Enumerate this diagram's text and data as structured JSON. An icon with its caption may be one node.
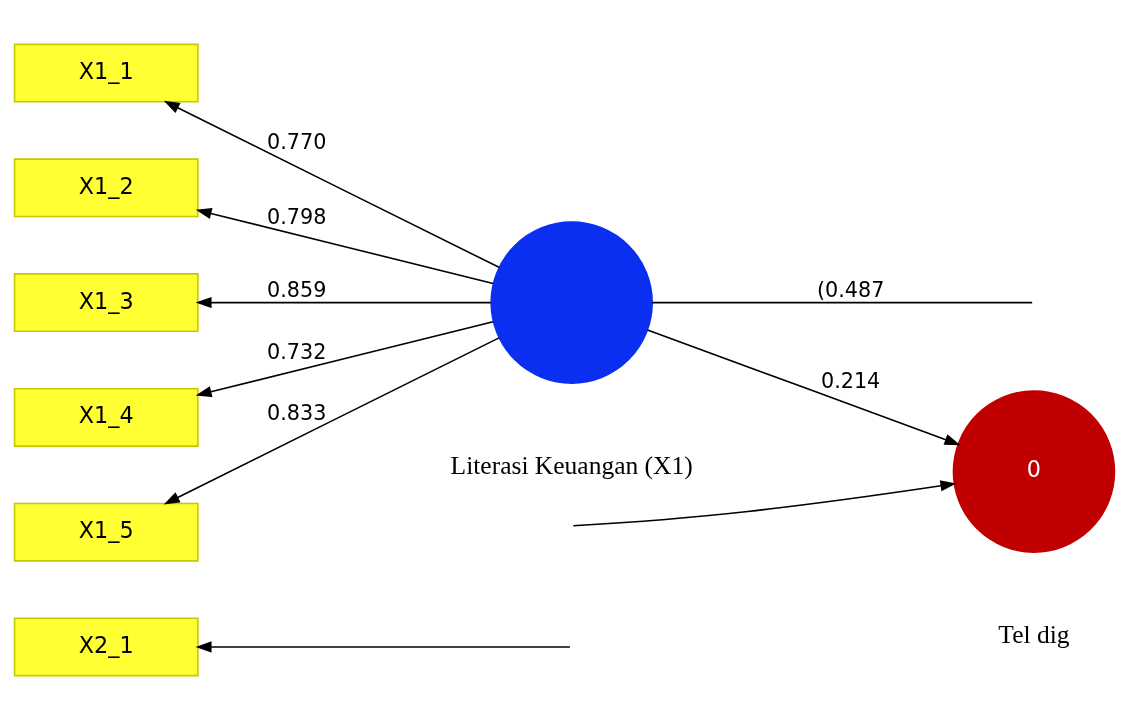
{
  "diagram": {
    "nodes": [
      {
        "text": [
          "X1_1"
        ]
      },
      {
        "text": [
          "X1_2"
        ]
      },
      {
        "text": [
          "X1_3"
        ]
      },
      {
        "text": [
          "X1_4"
        ]
      },
      {
        "text": [
          "X1_5"
        ]
      },
      {
        "text": [
          "X2_1"
        ]
      },
      {
        "text": [],
        "shape": "circle",
        "beside": [
          "Literasi Keuangan (X1)"
        ]
      },
      {
        "text": [
          "0"
        ],
        "beside": [
          "Tel dig"
        ]
      }
    ],
    "edges": [
      {
        "from": 6,
        "to": 0,
        "arrow": "to",
        "label": "0.770"
      },
      {
        "from": 6,
        "to": 1,
        "arrow": "to",
        "label": "0.798"
      },
      {
        "from": 6,
        "to": 2,
        "arrow": "to",
        "label": "0.859"
      },
      {
        "from": 6,
        "to": 3,
        "arrow": "to",
        "label": "0.732"
      },
      {
        "from": 6,
        "to": 4,
        "arrow": "to",
        "label": "0.833"
      },
      {
        "from": null,
        "to": 5,
        "arrow": "to"
      },
      {
        "from": 6,
        "to": 7,
        "arrow": "to",
        "label": "0.214"
      },
      {
        "from": 6,
        "to": null,
        "arrow": "none",
        "label": "(0.487"
      },
      {
        "from": null,
        "to": 7,
        "arrow": "to"
      }
    ]
  }
}
